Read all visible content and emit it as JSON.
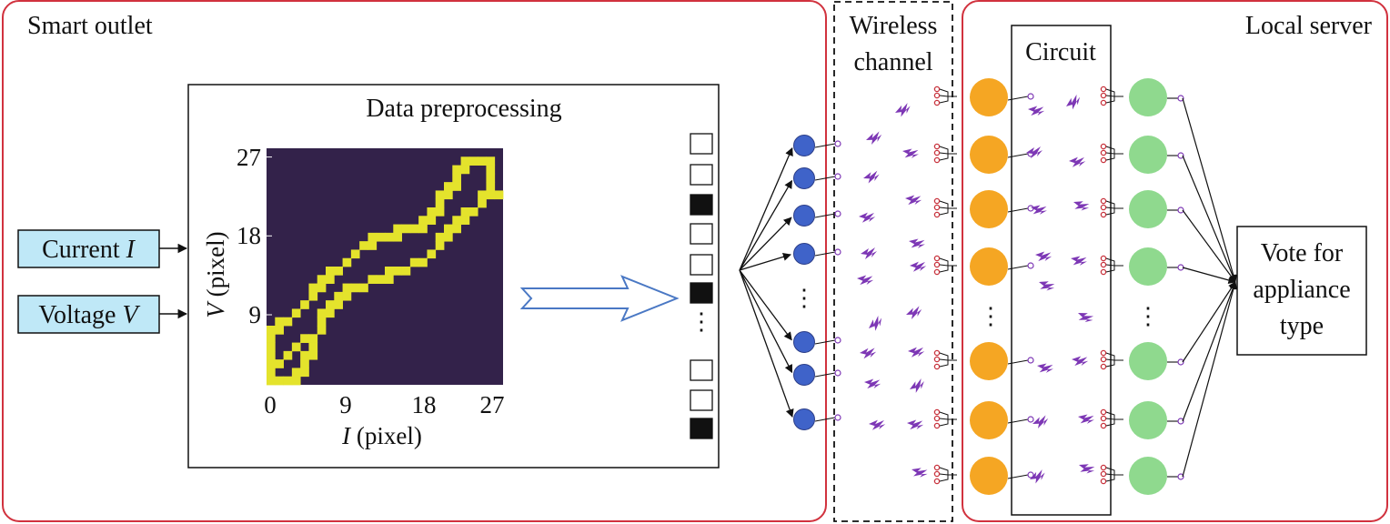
{
  "panels": {
    "smart_outlet": "Smart outlet",
    "wireless_channel": [
      "Wireless",
      "channel"
    ],
    "local_server": "Local server",
    "circuit": "Circuit"
  },
  "inputs": {
    "current": {
      "text": "Current ",
      "symbol": "I"
    },
    "voltage": {
      "text": "Voltage ",
      "symbol": "V"
    }
  },
  "preprocessing": {
    "title": "Data preprocessing",
    "plot": {
      "x_label_symbol": "I",
      "x_label_unit": " (pixel)",
      "y_label_symbol": "V",
      "y_label_unit": " (pixel)",
      "x_ticks": [
        "0",
        "9",
        "18",
        "27"
      ],
      "y_ticks": [
        "27",
        "18",
        "9"
      ],
      "background_color": "#33224a",
      "trace_color": "#e4e32c"
    }
  },
  "binary_vector": {
    "cells": [
      0,
      0,
      1,
      0,
      0,
      1,
      "ellipsis",
      0,
      0,
      1
    ],
    "ellipsis": "⋮"
  },
  "vote": {
    "lines": [
      "Vote for",
      "appliance",
      "type"
    ]
  },
  "ellipsis": "⋮",
  "colors": {
    "panel_border": "#d1323e",
    "input_fill": "#bfe8f7",
    "arrow_outline": "#4a78c4",
    "input_node": "#3f63c9",
    "hidden_node": "#f5a623",
    "output_node": "#8fd98e",
    "signal": "#7d37b5",
    "switch": "#c8323c"
  }
}
